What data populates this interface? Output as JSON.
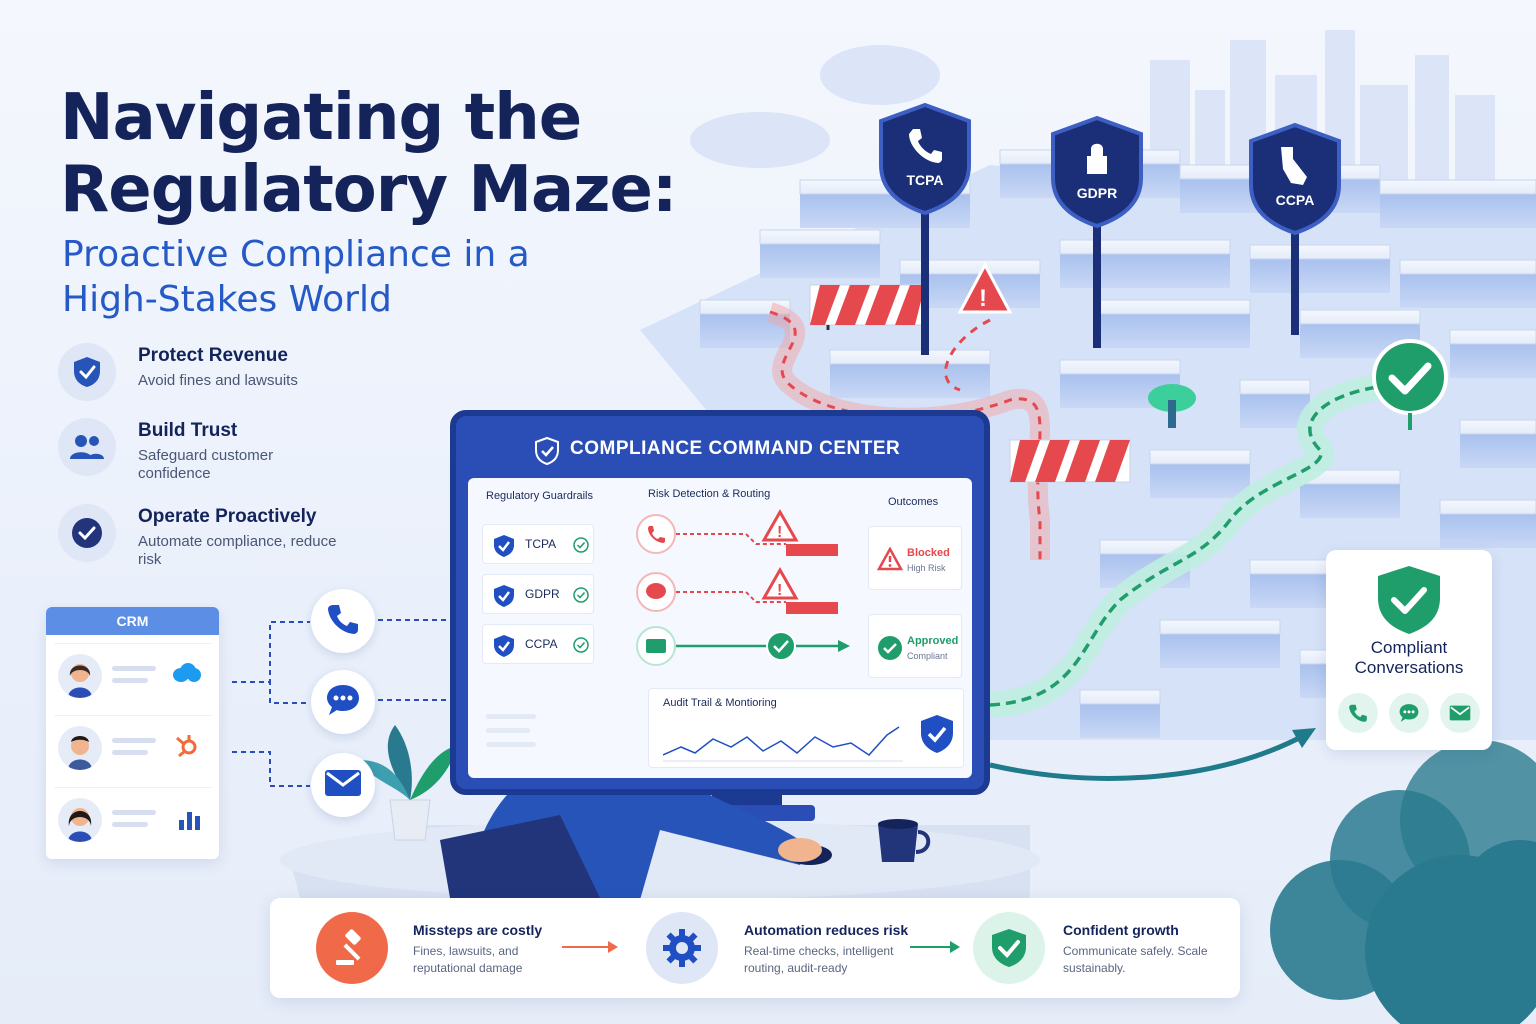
{
  "title_line1": "Navigating the",
  "title_line2": "Regulatory Maze:",
  "subtitle_line1": "Proactive Compliance in a",
  "subtitle_line2": "High-Stakes World",
  "features": [
    {
      "title": "Protect Revenue",
      "desc": "Avoid fines and lawsuits",
      "icon": "shield-check-icon"
    },
    {
      "title": "Build Trust",
      "desc": "Safeguard customer confidence",
      "icon": "people-icon"
    },
    {
      "title": "Operate Proactively",
      "desc": "Automate compliance, reduce risk",
      "icon": "check-circle-icon"
    }
  ],
  "crm": {
    "title": "CRM",
    "integrations": [
      "salesforce-icon",
      "hubspot-icon",
      "analytics-icon"
    ]
  },
  "channels": [
    "phone-icon",
    "chat-icon",
    "email-icon"
  ],
  "regulations": [
    "TCPA",
    "GDPR",
    "CCPA"
  ],
  "dashboard": {
    "title": "COMPLIANCE COMMAND CENTER",
    "guardrails_title": "Regulatory Guardrails",
    "guardrails": [
      "TCPA",
      "GDPR",
      "CCPA"
    ],
    "risk_title": "Risk Detection & Routing",
    "outcomes_title": "Outcomes",
    "blocked": "Blocked",
    "blocked_sub": "High Risk",
    "approved": "Approved",
    "approved_sub": "Compliant",
    "audit_title": "Audit Trail & Montioring"
  },
  "result_card": {
    "line1": "Compliant",
    "line2": "Conversations"
  },
  "steps": [
    {
      "title": "Missteps are costly",
      "desc": "Fines, lawsuits, and reputational damage",
      "icon": "gavel-icon"
    },
    {
      "title": "Automation reduces risk",
      "desc": "Real-time checks, intelligent routing, audit-ready",
      "icon": "gear-icon"
    },
    {
      "title": "Confident growth",
      "desc": "Communicate safely. Scale sustainably.",
      "icon": "shield-check-icon"
    }
  ],
  "colors": {
    "navy": "#14245a",
    "blue": "#2459c6",
    "danger": "#e5484d",
    "success": "#1f9d6b"
  }
}
